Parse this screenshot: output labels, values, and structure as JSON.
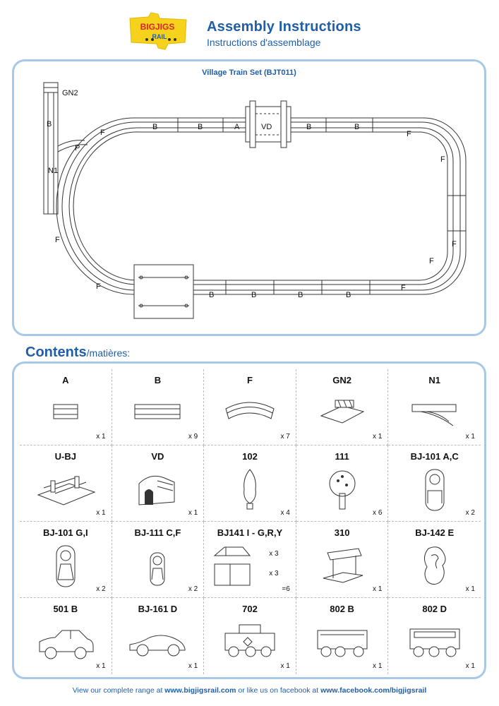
{
  "header": {
    "brand_top": "BIGJIGS",
    "brand_bottom": "RAIL",
    "title": "Assembly Instructions",
    "subtitle": "Instructions d'assemblage",
    "colors": {
      "accent": "#1f5fa8",
      "frame": "#a8c8e8",
      "logo_yellow": "#f7d21c",
      "logo_red": "#d8242f"
    }
  },
  "layout": {
    "title": "Village Train Set (BJT011)",
    "labels": {
      "gn2": "GN2",
      "n1": "N1",
      "vd": "VD",
      "a": "A",
      "b": "B",
      "f": "F",
      "p": "P"
    }
  },
  "contents": {
    "heading": "Contents",
    "heading_sub": "/matières:",
    "items": [
      {
        "label": "A",
        "qty": "x 1",
        "icon": "straight-short-track-icon"
      },
      {
        "label": "B",
        "qty": "x 9",
        "icon": "straight-track-icon"
      },
      {
        "label": "F",
        "qty": "x 7",
        "icon": "curved-track-icon"
      },
      {
        "label": "GN2",
        "qty": "x 1",
        "icon": "buffer-stop-icon"
      },
      {
        "label": "N1",
        "qty": "x 1",
        "icon": "points-track-icon"
      },
      {
        "label": "U-BJ",
        "qty": "x 1",
        "icon": "level-crossing-icon"
      },
      {
        "label": "VD",
        "qty": "x 1",
        "icon": "tunnel-icon"
      },
      {
        "label": "102",
        "qty": "x 4",
        "icon": "poplar-tree-icon"
      },
      {
        "label": "111",
        "qty": "x 6",
        "icon": "round-tree-icon"
      },
      {
        "label": "BJ-101 A,C",
        "qty": "x 2",
        "icon": "figure-man-icon"
      },
      {
        "label": "BJ-101 G,I",
        "qty": "x 2",
        "icon": "figure-woman-icon"
      },
      {
        "label": "BJ-111 C,F",
        "qty": "x 2",
        "icon": "figure-child-icon"
      },
      {
        "label": "BJ141 I - G,R,Y",
        "qty": "=6",
        "sub_qty_1": "x 3",
        "sub_qty_2": "x 3",
        "icon": "house-blocks-icon"
      },
      {
        "label": "310",
        "qty": "x 1",
        "icon": "shelter-icon"
      },
      {
        "label": "BJ-142 E",
        "qty": "x 1",
        "icon": "bush-icon"
      },
      {
        "label": "501 B",
        "qty": "x 1",
        "icon": "car-icon"
      },
      {
        "label": "BJ-161 D",
        "qty": "x 1",
        "icon": "sports-car-icon"
      },
      {
        "label": "702",
        "qty": "x 1",
        "icon": "locomotive-icon"
      },
      {
        "label": "802 B",
        "qty": "x 1",
        "icon": "wagon-icon"
      },
      {
        "label": "802 D",
        "qty": "x 1",
        "icon": "carriage-icon"
      }
    ]
  },
  "footer": {
    "prefix": "View our complete range at ",
    "site": "www.bigjigsrail.com",
    "middle": " or like us on facebook at ",
    "facebook": "www.facebook.com/bigjigsrail"
  }
}
